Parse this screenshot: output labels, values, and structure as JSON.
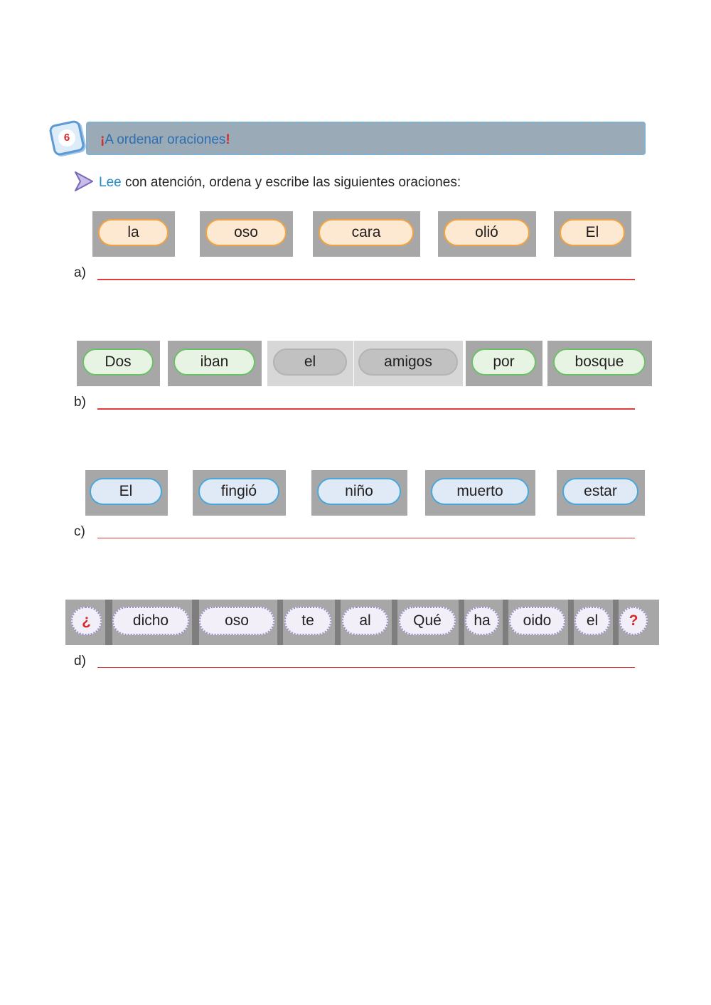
{
  "header": {
    "number": "6",
    "title_open": "¡",
    "title_text": "A ordenar oraciones",
    "title_close": "!"
  },
  "instruction": {
    "keyword": "Lee",
    "text": " con atención, ordena y escribe las siguientes oraciones:"
  },
  "exercises": [
    {
      "label": "a)",
      "words": [
        "la",
        "oso",
        "cara",
        "olió",
        "El"
      ]
    },
    {
      "label": "b)",
      "words": [
        "Dos",
        "iban",
        "el",
        "amigos",
        "por",
        "bosque"
      ]
    },
    {
      "label": "c)",
      "words": [
        "El",
        "fingió",
        "niño",
        "muerto",
        "estar"
      ]
    },
    {
      "label": "d)",
      "words": [
        "¿",
        "dicho",
        "oso",
        "te",
        "al",
        "Qué",
        "ha",
        "oido",
        "el",
        "?"
      ]
    }
  ],
  "colors": {
    "accent_blue": "#1d8ac9",
    "accent_red": "#d42a2a",
    "tile_gray": "#a7a7a7",
    "line_red": "#e23b3b"
  }
}
